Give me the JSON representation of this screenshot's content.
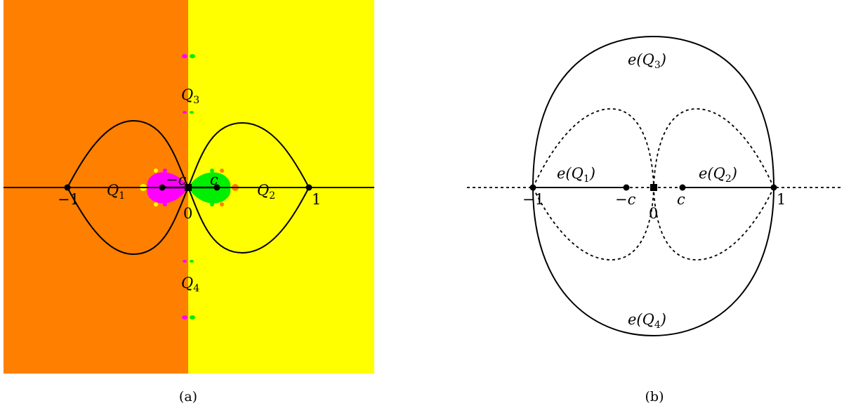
{
  "colors": {
    "left_region": "#ff7f00",
    "right_region": "#ffff00",
    "magenta_blob": "#ff00ff",
    "green_blob": "#00ee00",
    "curve": "#000000",
    "point": "#000000"
  },
  "panel_a": {
    "caption": "(a)",
    "labels": {
      "q1": {
        "main": "Q",
        "sub": "1"
      },
      "q2": {
        "main": "Q",
        "sub": "2"
      },
      "q3": {
        "main": "Q",
        "sub": "3"
      },
      "q4": {
        "main": "Q",
        "sub": "4"
      },
      "neg_c": "−c",
      "c": "c",
      "neg_one": "−1",
      "zero": "0",
      "one": "1"
    }
  },
  "panel_b": {
    "caption": "(b)",
    "labels": {
      "eq1": {
        "main": "e(Q",
        "sub": "1",
        "close": ")"
      },
      "eq2": {
        "main": "e(Q",
        "sub": "2",
        "close": ")"
      },
      "eq3": {
        "main": "e(Q",
        "sub": "3",
        "close": ")"
      },
      "eq4": {
        "main": "e(Q",
        "sub": "4",
        "close": ")"
      },
      "neg_c": "−c",
      "c": "c",
      "neg_one": "−1",
      "zero": "0",
      "one": "1"
    }
  }
}
